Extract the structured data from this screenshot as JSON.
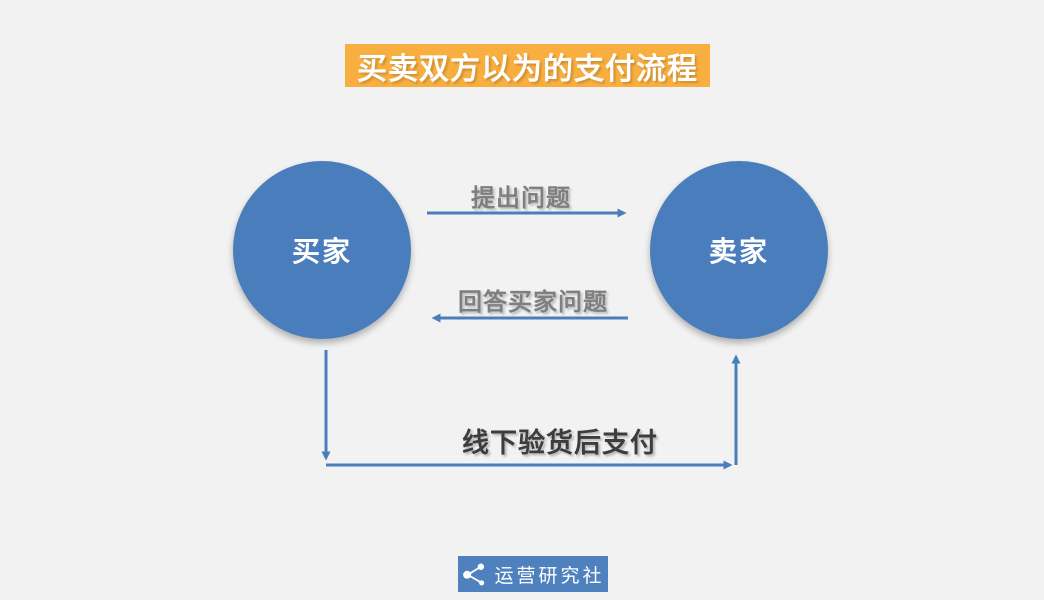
{
  "title": {
    "text": "买卖双方以为的支付流程",
    "background_color": "#F9AF3F",
    "text_color": "#FFFFFF"
  },
  "diagram": {
    "nodes": {
      "buyer": {
        "label": "买家"
      },
      "seller": {
        "label": "卖家"
      }
    },
    "edges": [
      {
        "id": "ask",
        "from": "buyer",
        "to": "seller",
        "label": "提出问题",
        "direction": "right"
      },
      {
        "id": "answer",
        "from": "seller",
        "to": "buyer",
        "label": "回答买家问题",
        "direction": "left"
      },
      {
        "id": "pay",
        "from": "buyer",
        "to": "seller",
        "label": "线下验货后支付",
        "direction": "down-right-up"
      }
    ],
    "colors": {
      "node_fill": "#4A7DBB",
      "node_text": "#FFFFFF",
      "arrow": "#4A7EBC",
      "edge_label_gray": "#7F7F7F",
      "edge_label_dark": "#3D3D3D",
      "background": "#F2F2F2"
    }
  },
  "footer": {
    "logo_text": "运营研究社",
    "icon": "share-icon",
    "background_color": "#4E81BD",
    "text_color": "#FFFFFF"
  }
}
